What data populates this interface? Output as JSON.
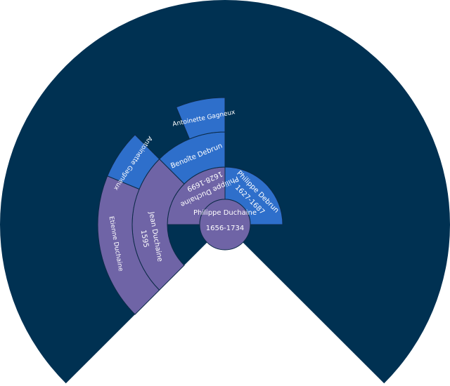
{
  "colors": {
    "background": "#003152",
    "paternal": "#6f64a6",
    "maternal": "#2e6fcb",
    "text": "#ffffff"
  },
  "root": {
    "name": "Philippe Duchaine",
    "dates": "1656-1734"
  },
  "people": {
    "father": {
      "name": "Philippe Duchaine",
      "dates": "1628-1699",
      "side": "paternal"
    },
    "mother": {
      "name": "Philippe Debrun",
      "dates": "1627-1687",
      "side": "maternal"
    },
    "paternal_grandfather": {
      "name": "Jean Duchaine",
      "dates": "1595",
      "side": "paternal"
    },
    "paternal_grandmother": {
      "name": "Benoîte Debrun",
      "dates": "",
      "side": "maternal"
    },
    "ggf_1": {
      "name": "Etienne Duchaine",
      "dates": "",
      "side": "paternal"
    },
    "ggm_1": {
      "name": "Antoinette Gagneux",
      "dates": "",
      "side": "maternal"
    },
    "ggm_2": {
      "name": "Antoinette Gagneux",
      "dates": "",
      "side": "maternal"
    }
  }
}
